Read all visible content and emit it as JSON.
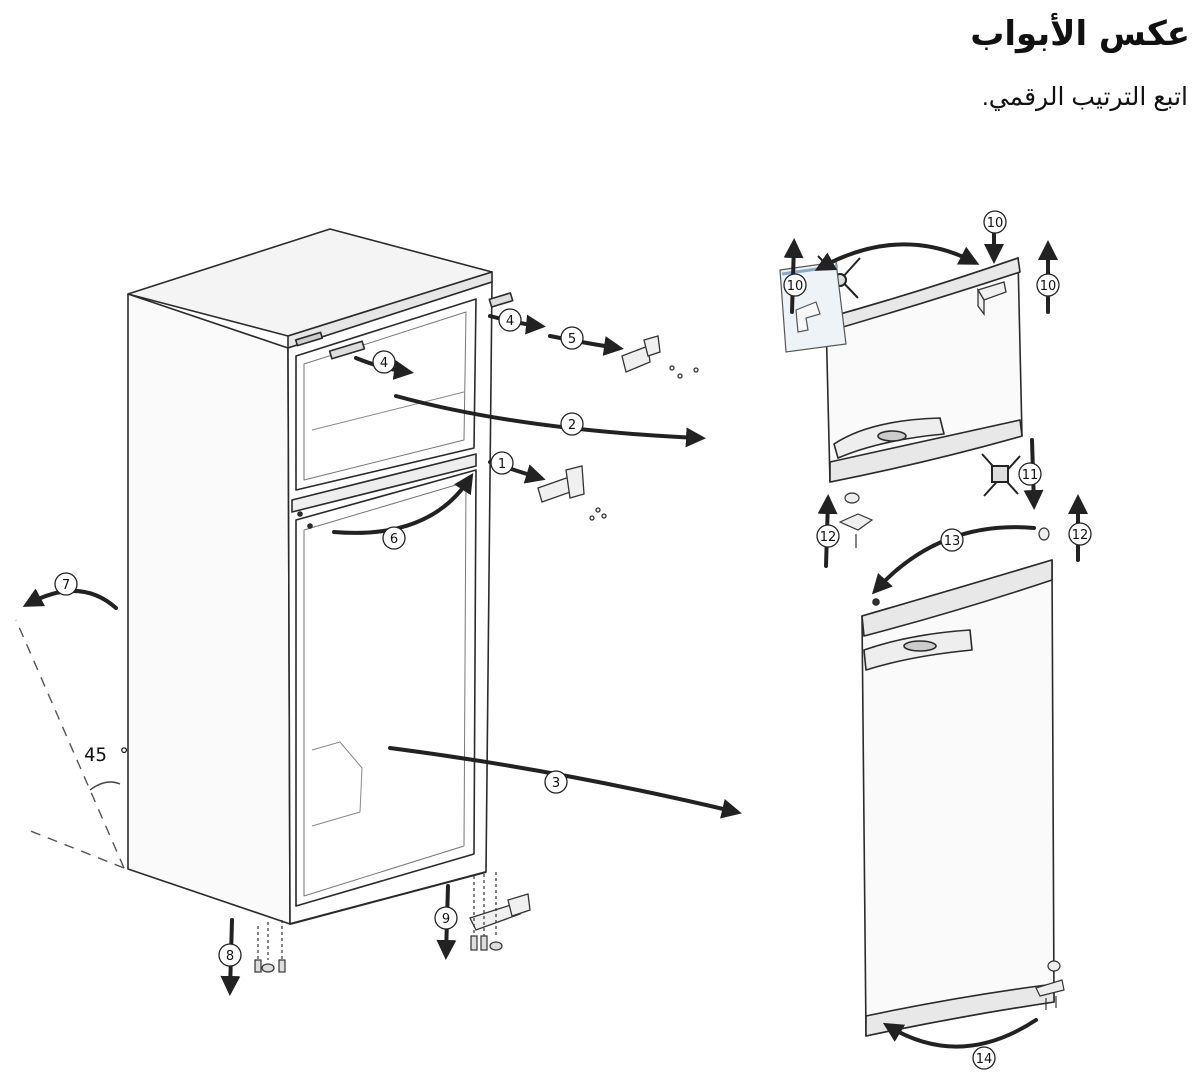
{
  "header": {
    "title": "عكس الأبواب",
    "instruction": "اتبع الترتيب الرقمي."
  },
  "angle_label": "45 °",
  "steps": {
    "s1": "1",
    "s2": "2",
    "s3": "3",
    "s4a": "4",
    "s4b": "4",
    "s5": "5",
    "s6": "6",
    "s7": "7",
    "s8": "8",
    "s9": "9",
    "s10a": "10",
    "s10b": "10",
    "s10c": "10",
    "s11": "11",
    "s12a": "12",
    "s12b": "12",
    "s13": "13",
    "s14": "14"
  },
  "colors": {
    "line": "#2a2a2a",
    "fill": "#ffffff",
    "shade": "#e8e8e8",
    "bag": "#d8e6f2"
  }
}
